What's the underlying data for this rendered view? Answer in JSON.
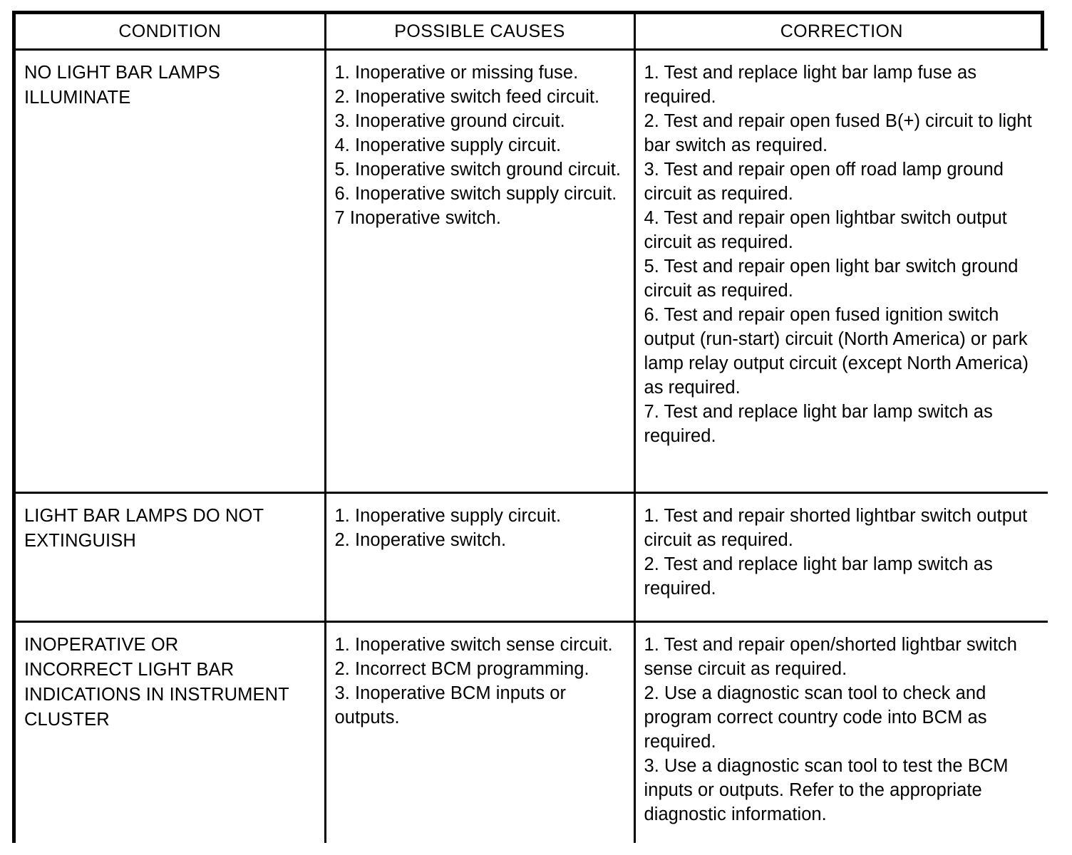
{
  "document": {
    "type": "diagnostic-troubleshooting-table",
    "subject": "Light Bar Lamps"
  },
  "table": {
    "headers": {
      "condition": "CONDITION",
      "possible_causes": "POSSIBLE CAUSES",
      "correction": "CORRECTION"
    },
    "rows": [
      {
        "condition": "NO LIGHT BAR LAMPS\nILLUMINATE",
        "causes": [
          "1. Inoperative or missing fuse.",
          "2. Inoperative switch feed circuit.",
          "3. Inoperative ground circuit.",
          "4. Inoperative supply circuit.",
          "5. Inoperative switch ground circuit.",
          "6. Inoperative switch supply circuit.",
          "7 Inoperative switch."
        ],
        "corrections": [
          "1. Test and replace light bar lamp fuse as required.",
          "2. Test and repair open fused B(+) circuit to light bar switch as required.",
          "3. Test and repair open off road lamp ground circuit as required.",
          "4. Test and repair open lightbar switch output circuit as required.",
          "5. Test and repair open light bar switch ground circuit as required.",
          "6. Test and repair open fused ignition switch output (run-start) circuit (North America) or park lamp relay output circuit (except North America) as required.",
          "7. Test and replace light bar lamp switch as required."
        ]
      },
      {
        "condition": "LIGHT BAR LAMPS DO NOT\nEXTINGUISH",
        "causes": [
          "1. Inoperative supply circuit.",
          "2. Inoperative switch."
        ],
        "corrections": [
          "1. Test and repair shorted lightbar switch output circuit as required.",
          "2. Test and replace light bar lamp switch as required."
        ]
      },
      {
        "condition": "INOPERATIVE OR\nINCORRECT LIGHT BAR\nINDICATIONS IN INSTRUMENT\nCLUSTER",
        "causes": [
          "1. Inoperative switch sense circuit.",
          "2. Incorrect BCM programming.",
          "3. Inoperative BCM inputs or outputs."
        ],
        "corrections": [
          "1. Test and repair open/shorted lightbar switch sense circuit as required.",
          "2. Use a diagnostic scan tool to check and program correct country code into BCM as required.",
          "3. Use a diagnostic scan tool to test the BCM inputs or outputs. Refer to the appropriate diagnostic information."
        ]
      }
    ]
  },
  "style": {
    "border_color": "#000000",
    "text_color": "#000000",
    "background": "#ffffff"
  }
}
